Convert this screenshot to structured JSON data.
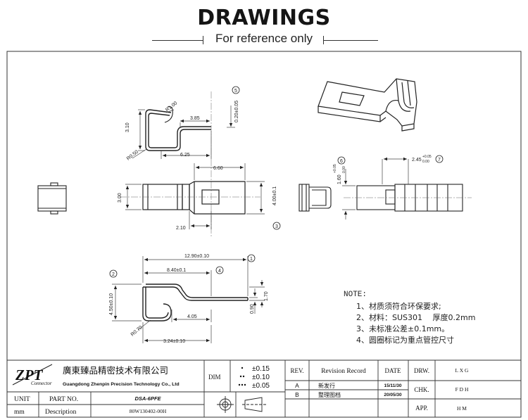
{
  "header": {
    "title": "DRAWINGS",
    "subtitle": "For reference only"
  },
  "dims": {
    "r100": "R1.00",
    "d310": "3.10",
    "r050": "R0.50",
    "d385": "3.85",
    "d625": "6.25",
    "d020": "0.20±0.05",
    "c5": "5",
    "d660": "6.60",
    "d300": "3.00",
    "d400": "4.00±0.1",
    "d210": "2.10",
    "c3": "3",
    "d160": "1.60",
    "d160tol_up": "+0.05",
    "d160tol_dn": "0.00",
    "c6": "6",
    "d245": "2.45",
    "d245tol_up": "+0.05",
    "d245tol_dn": "0.00",
    "c7": "7",
    "d1290": "12.90±0.10",
    "c1": "1",
    "d840": "8.40±0.1",
    "c4": "4",
    "c2": "2",
    "d450": "4.50±0.10",
    "d170": "1.70",
    "d090": "0.90",
    "d405": "4.05",
    "r070": "R0.70",
    "d324": "3.24±0.10"
  },
  "notes": {
    "title": "NOTE:",
    "items": [
      "1、材质须符合环保要求;",
      "2、材料：SUS301　 厚度0.2mm",
      "3、未标准公差±0.1mm。",
      "4、圆圈标记为重点管控尺寸"
    ]
  },
  "titleblock": {
    "logo": "ZPT",
    "logo_sub": "Connector",
    "company_cn": "廣東臻品精密技术有限公司",
    "company_en": "Guangdong Zhenpin Precision Technology Co., Ltd",
    "dim_label": "DIM",
    "tol1": "±0.15",
    "tol2": "±0.10",
    "tol3": "±0.05",
    "unit_label": "UNIT",
    "unit_value": "mm",
    "partno_label": "PART NO.",
    "partno_value": "DSA-6PFE",
    "desc_label": "Description",
    "desc_value": "80W130402-00H",
    "rev_label": "REV.",
    "record_label": "Revision Record",
    "date_label": "DATE",
    "rev_a": "A",
    "rev_a_text": "新发行",
    "rev_a_date": "15/11/30",
    "rev_b": "B",
    "rev_b_text": "整理图档",
    "rev_b_date": "20/05/30",
    "drw_label": "DRW.",
    "drw_value": "L X G",
    "chk_label": "CHK.",
    "chk_value": "F D H",
    "app_label": "APP.",
    "app_value": "H M"
  }
}
